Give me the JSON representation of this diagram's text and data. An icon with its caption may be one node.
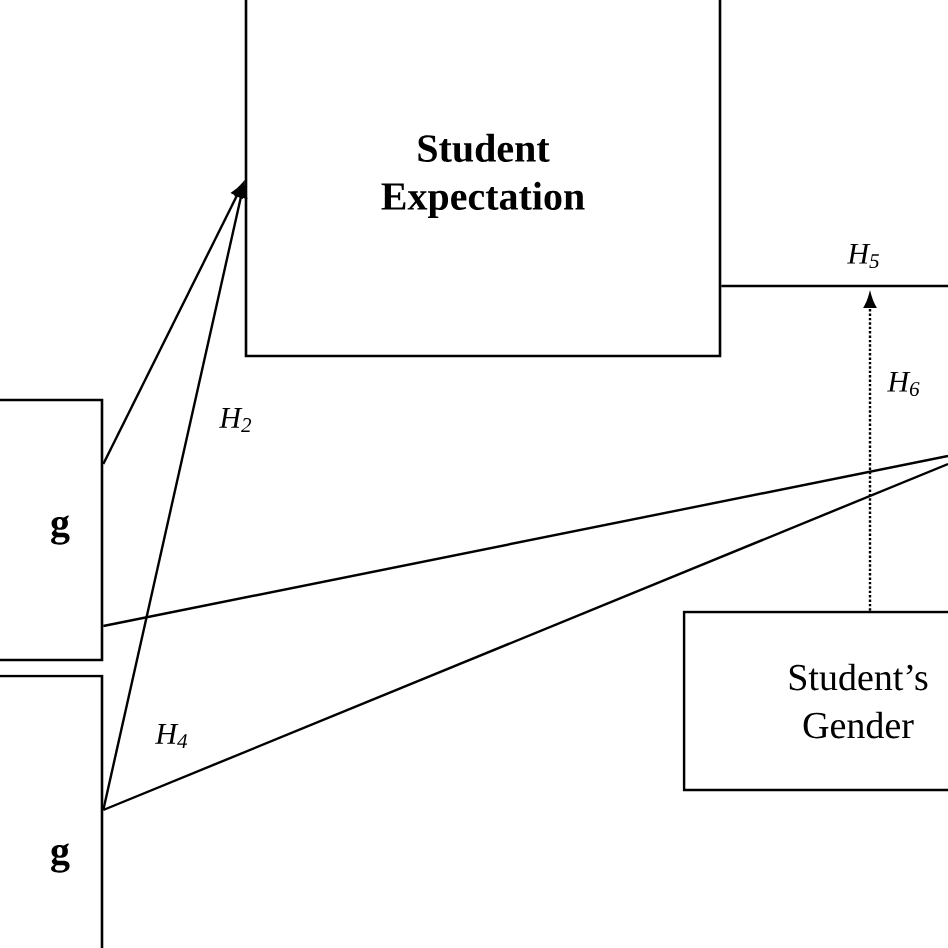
{
  "diagram": {
    "nodes": [
      {
        "text": [
          "Student Expectation"
        ]
      },
      {
        "text": [
          "g"
        ]
      },
      {
        "text": [
          "g"
        ]
      },
      {
        "text": [
          "Student’s Gender"
        ]
      }
    ],
    "edges": [
      {
        "from": 1,
        "to": 0,
        "arrow": "to"
      },
      {
        "from": 2,
        "to": 0,
        "arrow": "to",
        "label": "H$_{2}$"
      },
      {
        "from": 1,
        "to": null,
        "arrow": "none"
      },
      {
        "from": 2,
        "to": null,
        "arrow": "none",
        "label": "H$_{4}$"
      },
      {
        "from": 0,
        "to": null,
        "arrow": "none",
        "label": "H$_{5}$"
      },
      {
        "from": 3,
        "to": null,
        "arrow": "to",
        "style": "dashed",
        "label": "H$_{6}$"
      }
    ]
  }
}
